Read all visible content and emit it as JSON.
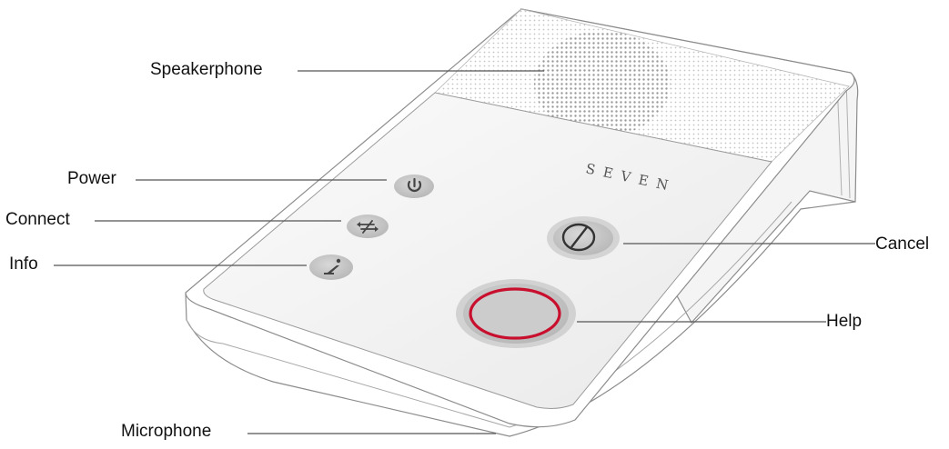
{
  "device": {
    "brand": "SEVEN"
  },
  "labels": {
    "speakerphone": "Speakerphone",
    "power": "Power",
    "connect": "Connect",
    "info": "Info",
    "cancel": "Cancel",
    "help": "Help",
    "microphone": "Microphone"
  },
  "colors": {
    "outline": "#8c8c8c",
    "body": "#ffffff",
    "button_gray": "#bdbdbd",
    "help_ring": "#c8102e",
    "leader_line": "#555555"
  }
}
